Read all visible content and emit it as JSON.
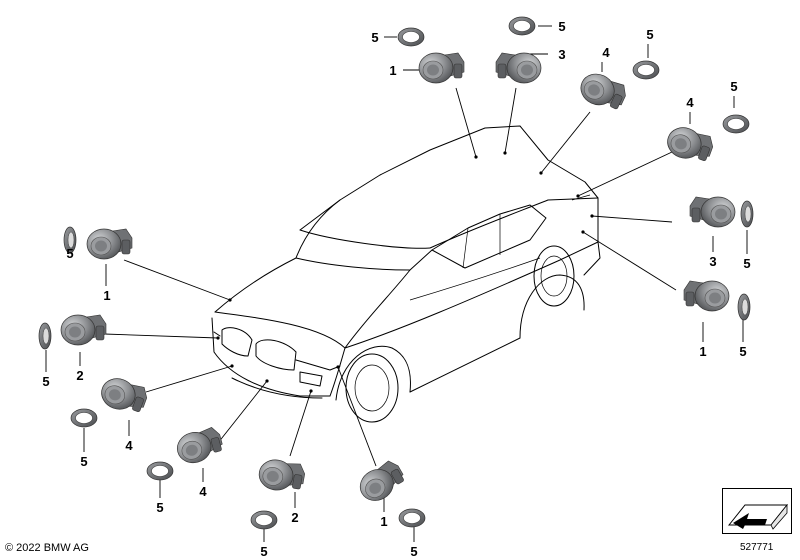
{
  "footer": {
    "copyright": "© 2022 BMW AG",
    "diagram_number": "527771"
  },
  "colors": {
    "sensor_body": "#8d8f92",
    "sensor_highlight": "#c9cbcd",
    "sensor_shadow": "#4d4f52",
    "ring_fill": "#6e7073",
    "line": "#000000"
  },
  "icons": {
    "navigation": "folded-sheet-arrow-icon"
  },
  "parts": [
    {
      "id": "c1",
      "number": "1",
      "kind": "sensor"
    },
    {
      "id": "c2",
      "number": "5",
      "kind": "ring"
    },
    {
      "id": "c3",
      "number": "3",
      "kind": "sensor"
    },
    {
      "id": "c4",
      "number": "5",
      "kind": "ring"
    },
    {
      "id": "c5",
      "number": "4",
      "kind": "sensor"
    },
    {
      "id": "c6",
      "number": "5",
      "kind": "ring"
    },
    {
      "id": "c7",
      "number": "4",
      "kind": "sensor"
    },
    {
      "id": "c8",
      "number": "5",
      "kind": "ring"
    },
    {
      "id": "c9",
      "number": "3",
      "kind": "sensor"
    },
    {
      "id": "c10",
      "number": "5",
      "kind": "ring"
    },
    {
      "id": "c11",
      "number": "1",
      "kind": "sensor"
    },
    {
      "id": "c12",
      "number": "5",
      "kind": "ring"
    },
    {
      "id": "c13",
      "number": "5",
      "kind": "ring"
    },
    {
      "id": "c14",
      "number": "1",
      "kind": "sensor"
    },
    {
      "id": "c15",
      "number": "5",
      "kind": "ring"
    },
    {
      "id": "c16",
      "number": "2",
      "kind": "sensor"
    },
    {
      "id": "c17",
      "number": "4",
      "kind": "sensor"
    },
    {
      "id": "c18",
      "number": "5",
      "kind": "ring"
    },
    {
      "id": "c19",
      "number": "4",
      "kind": "sensor"
    },
    {
      "id": "c20",
      "number": "5",
      "kind": "ring"
    },
    {
      "id": "c21",
      "number": "2",
      "kind": "sensor"
    },
    {
      "id": "c22",
      "number": "5",
      "kind": "ring"
    },
    {
      "id": "c23",
      "number": "1",
      "kind": "sensor"
    },
    {
      "id": "c24",
      "number": "5",
      "kind": "ring"
    }
  ]
}
